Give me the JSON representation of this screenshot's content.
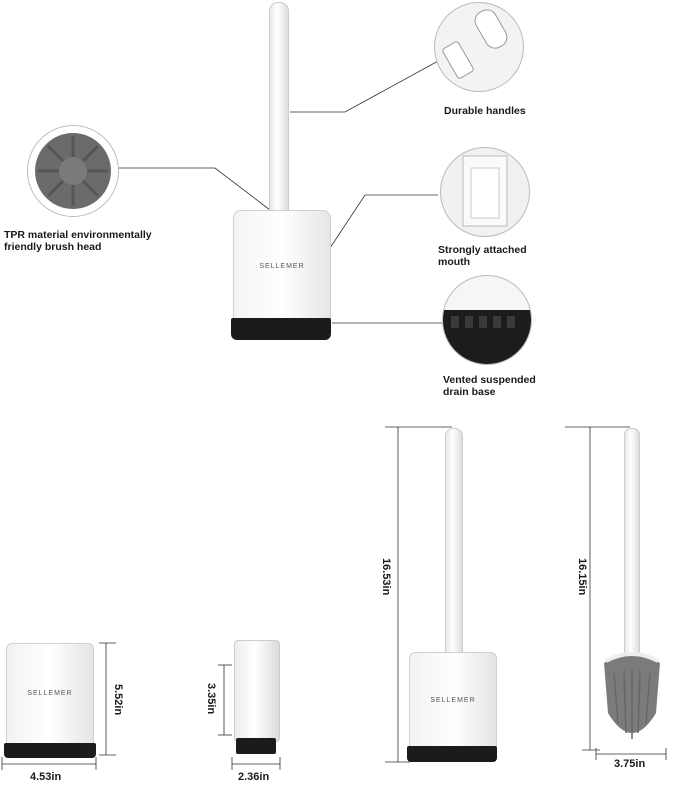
{
  "brand": "SELLEMER",
  "callouts": {
    "handles": "Durable handles",
    "brush_head": "TPR material environmentally\nfriendly brush head",
    "mouth": "Strongly attached\nmouth",
    "base": "Vented suspended\ndrain base"
  },
  "dimensions": {
    "holder_width": "4.53in",
    "holder_height": "5.52in",
    "base_width": "2.36in",
    "base_height": "3.35in",
    "full_height": "16.53in",
    "brush_height": "16.15in",
    "brush_width": "3.75in"
  }
}
